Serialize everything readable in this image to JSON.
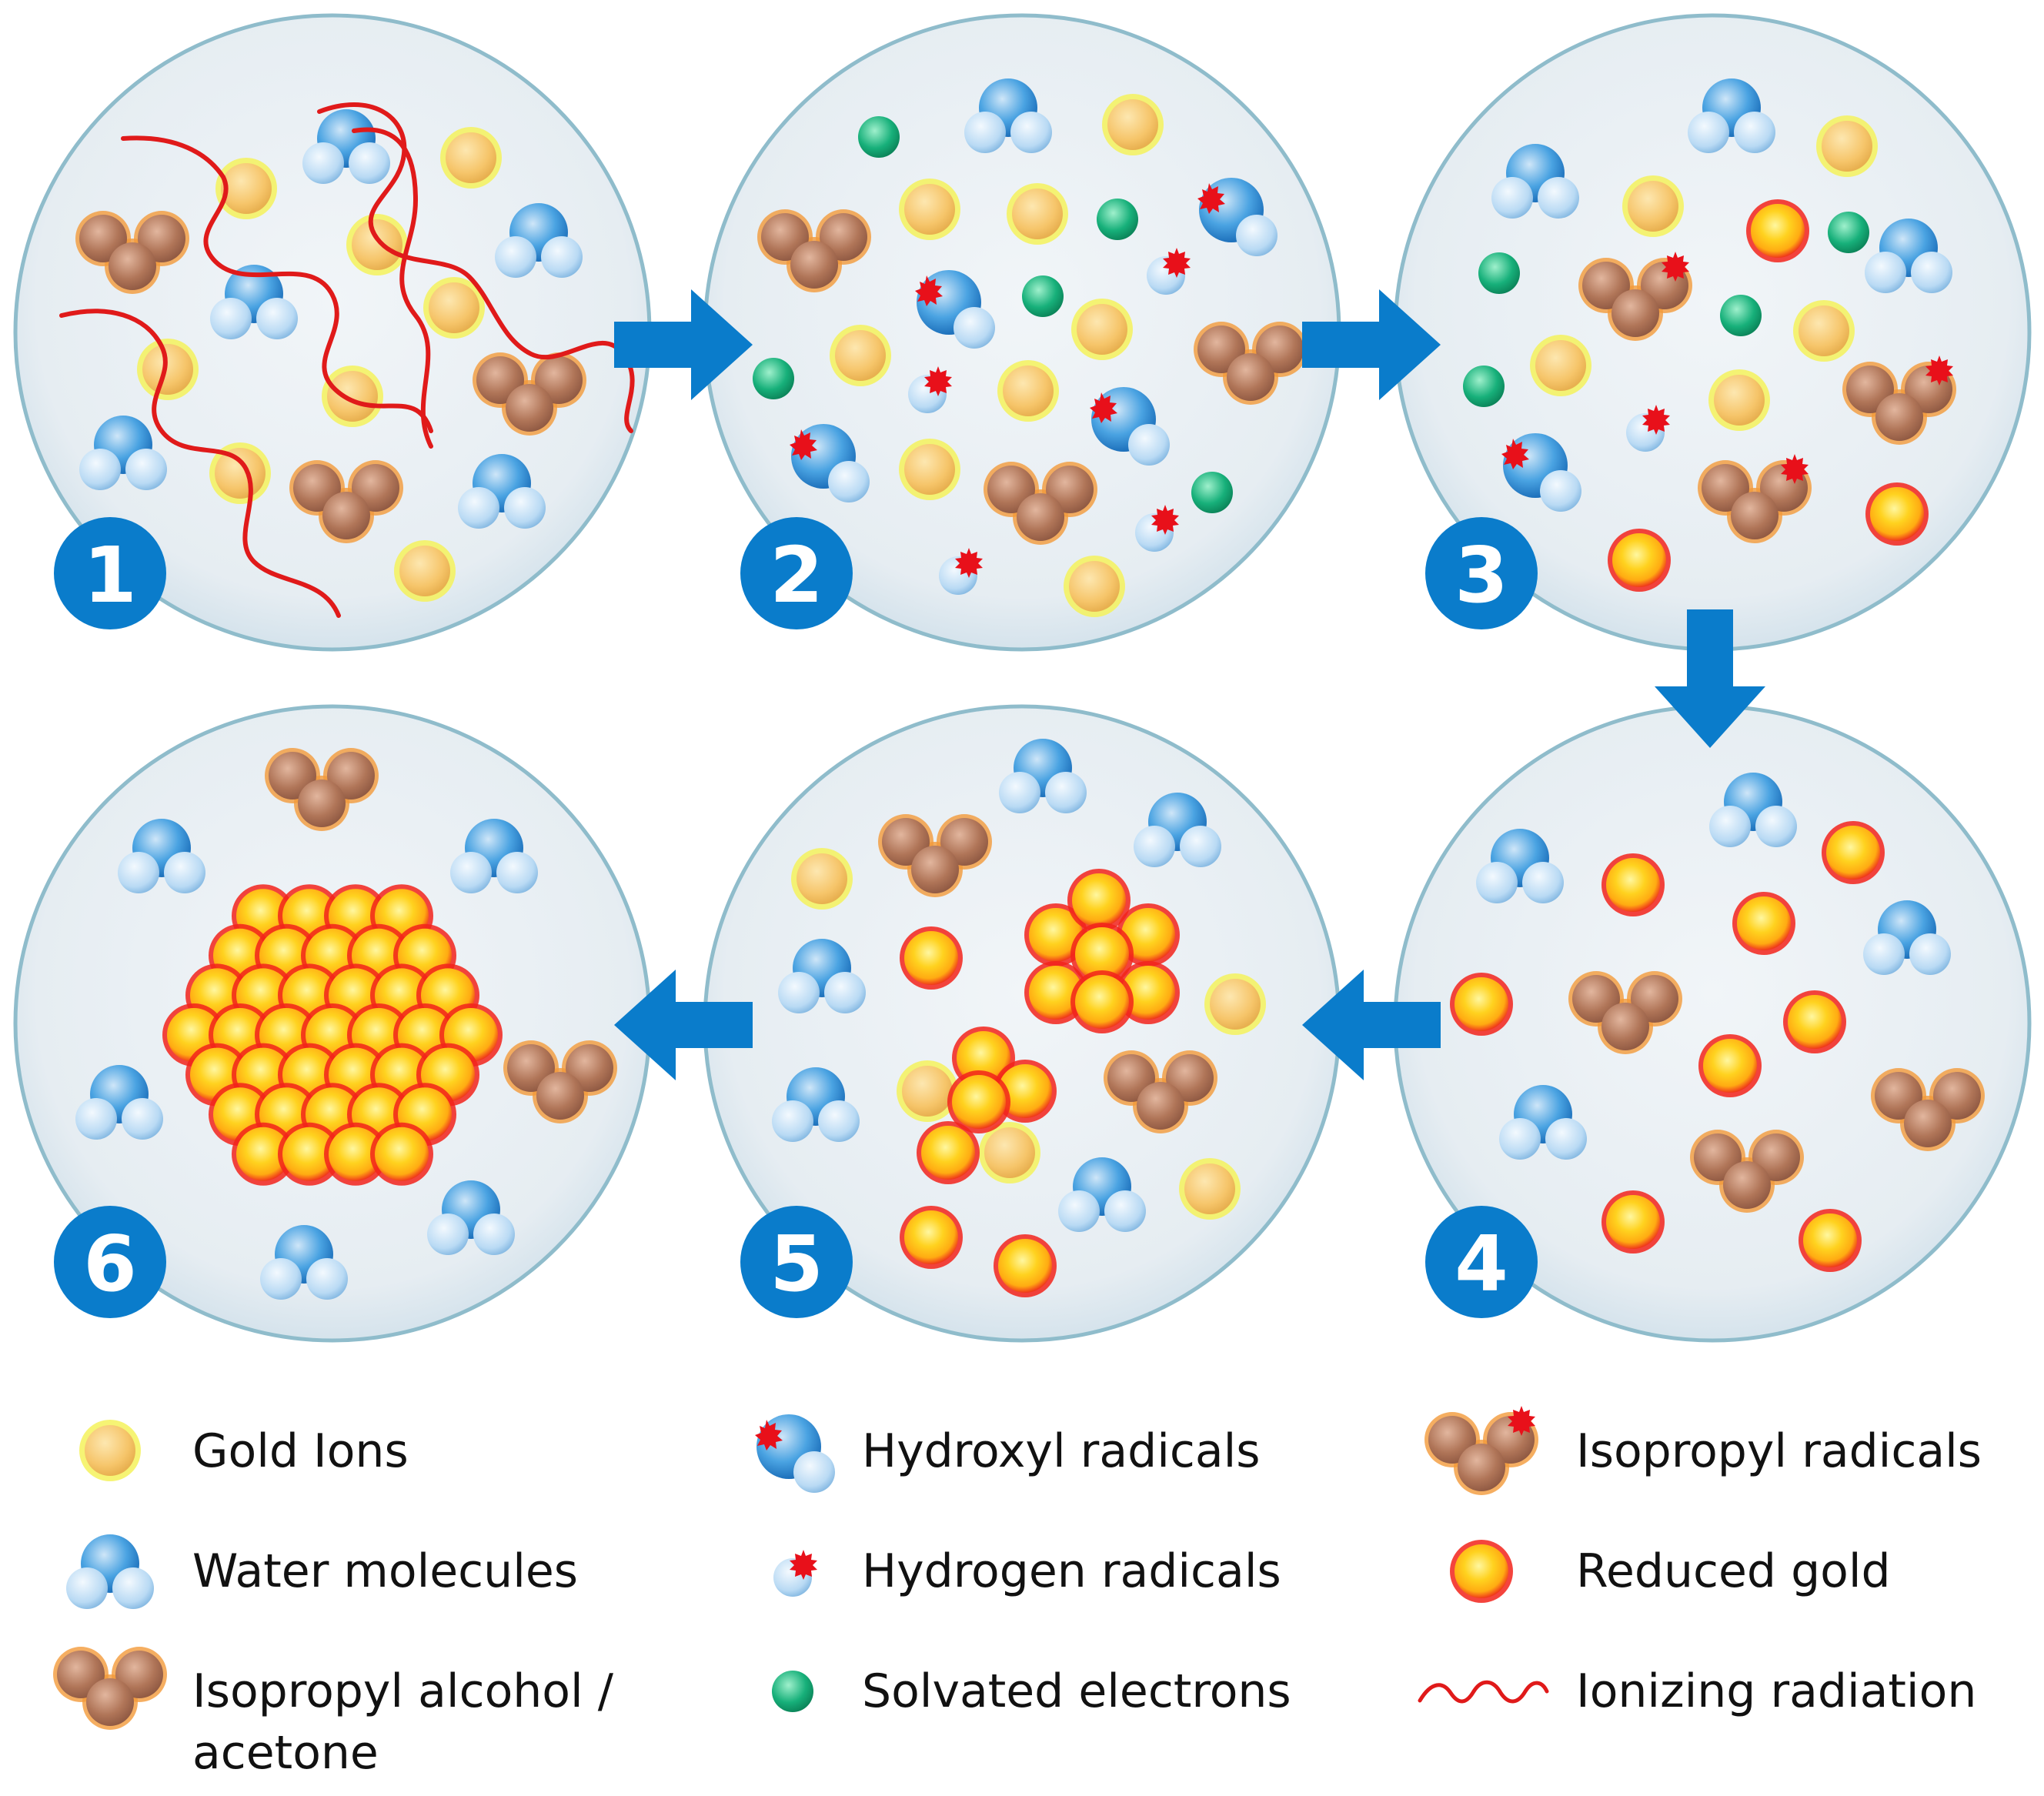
{
  "colors": {
    "circle_fill": "#e8eef3",
    "circle_stroke": "#8fbccb",
    "badge": "#0a7ccb",
    "arrow": "#0a7ccb",
    "gold_ion": "#f6c56a",
    "gold_ion_halo": "#f4f25c",
    "reduced_gold": "#ffd21f",
    "reduced_gold_halo": "#f2231b",
    "water_o": "#2f8fd6",
    "water_h": "#b9daf4",
    "isopropyl": "#b07558",
    "isopropyl_halo": "#f29a3a",
    "electron": "#17b07a",
    "radical_mark": "#e8101a",
    "radiation": "#e01a1a"
  },
  "steps": [
    {
      "number": "1"
    },
    {
      "number": "2"
    },
    {
      "number": "3"
    },
    {
      "number": "4"
    },
    {
      "number": "5"
    },
    {
      "number": "6"
    }
  ],
  "legend": [
    {
      "icon": "gold-ion-icon",
      "label": "Gold Ions"
    },
    {
      "icon": "hydroxyl-radical-icon",
      "label": "Hydroxyl radicals"
    },
    {
      "icon": "isopropyl-radical-icon",
      "label": "Isopropyl radicals"
    },
    {
      "icon": "water-molecule-icon",
      "label": "Water molecules"
    },
    {
      "icon": "hydrogen-radical-icon",
      "label": "Hydrogen radicals"
    },
    {
      "icon": "reduced-gold-icon",
      "label": "Reduced gold"
    },
    {
      "icon": "isopropyl-alcohol-icon",
      "label": "Isopropyl alcohol /",
      "label2": "acetone"
    },
    {
      "icon": "solvated-electron-icon",
      "label": "Solvated electrons"
    },
    {
      "icon": "ionizing-radiation-icon",
      "label": "Ionizing radiation"
    }
  ]
}
